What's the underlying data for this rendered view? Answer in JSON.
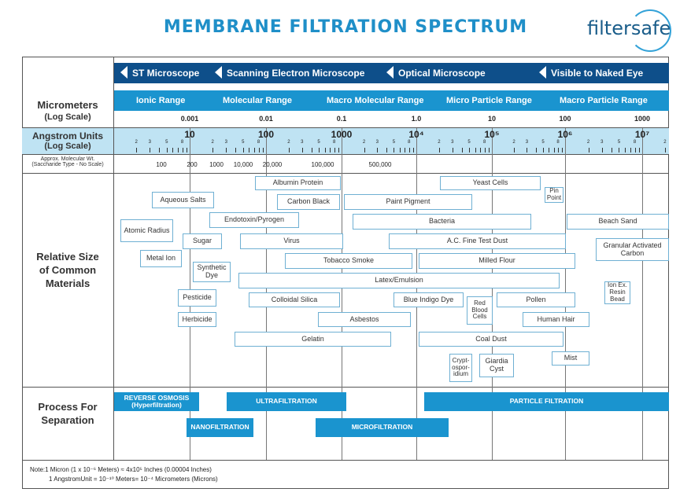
{
  "title": "MEMBRANE FILTRATION SPECTRUM",
  "logo": "filtersafe",
  "row_labels": {
    "micrometers": "Micrometers",
    "micrometers_sub": "(Log Scale)",
    "angstrom": "Angstrom Units",
    "angstrom_sub": "(Log Scale)",
    "mw": "Approx. Molecular Wt.",
    "mw_sub": "(Saccharide Type - No Scale)",
    "relative": "Relative Size of Common Materials",
    "process": "Process For Separation"
  },
  "microscopes": [
    "ST Microscope",
    "Scanning Electron Microscope",
    "Optical Microscope",
    "Visible to Naked Eye"
  ],
  "ranges": [
    "Ionic Range",
    "Molecular Range",
    "Macro Molecular Range",
    "Micro Particle Range",
    "Macro Particle Range"
  ],
  "micrometer_ticks": [
    "0.001",
    "0.01",
    "0.1",
    "1.0",
    "10",
    "100",
    "1000"
  ],
  "angstrom_major": [
    "10",
    "100",
    "1000",
    "10⁴",
    "10⁵",
    "10⁶",
    "10⁷"
  ],
  "angstrom_minor": [
    [
      "2",
      "3",
      "5",
      "8"
    ],
    [
      "2",
      "3",
      "5",
      "8"
    ],
    [
      "2",
      "3",
      "5",
      "8"
    ],
    [
      "2",
      "3",
      "5",
      "8"
    ],
    [
      "2",
      "3",
      "5",
      "8"
    ],
    [
      "2",
      "3",
      "5",
      "8"
    ],
    [
      "2"
    ]
  ],
  "molecular_weights": [
    "100",
    "200",
    "1000",
    "10,000",
    "20,000",
    "100,000",
    "500,000"
  ],
  "materials": [
    "Albumin Protein",
    "Yeast Cells",
    "Pin Point",
    "Aqueous Salts",
    "Carbon Black",
    "Paint Pigment",
    "Endotoxin/Pyrogen",
    "Atomic Radius",
    "Bacteria",
    "Beach Sand",
    "Sugar",
    "Virus",
    "A.C. Fine Test Dust",
    "Granular Activated Carbon",
    "Metal Ion",
    "Tobacco Smoke",
    "Milled Flour",
    "Synthetic Dye",
    "Latex/Emulsion",
    "Ion Ex. Resin Bead",
    "Pesticide",
    "Colloidal Silica",
    "Blue Indigo Dye",
    "Red Blood Cells",
    "Pollen",
    "Herbicide",
    "Asbestos",
    "Human Hair",
    "Gelatin",
    "Coal Dust",
    "Mist",
    "Crypt-ospor-idium",
    "Giardia Cyst"
  ],
  "processes": [
    "REVERSE OSMOSIS (Hyperfiltration)",
    "ULTRAFILTRATION",
    "PARTICLE FILTRATION",
    "NANOFILTRATION",
    "MICROFILTRATION"
  ],
  "notes": [
    "Note:1 Micron (1 x 10⁻⁶ Meters) ≈ 4x10⁵ Inches (0.00004 Inches)",
    "1 AngstromUnit = 10⁻¹⁰ Meters= 10⁻⁴ Micrometers (Microns)"
  ],
  "colors": {
    "title": "#1f8fc8",
    "scope_bar": "#0e4f8a",
    "range_bar": "#1a94cf",
    "angstrom_bar": "#bfe3f3",
    "box_border": "#6fb0d3"
  }
}
